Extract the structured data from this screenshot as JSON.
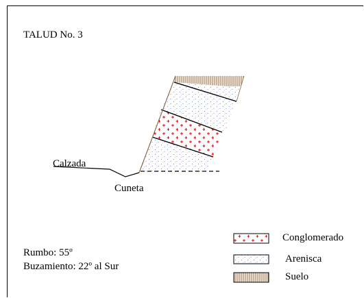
{
  "title": "TALUD No. 3",
  "labels": {
    "calzada": "Calzada",
    "cuneta": "Cuneta"
  },
  "info": {
    "rumbo": "Rumbo: 55º",
    "buzamiento": "Buzamiento: 22º al Sur"
  },
  "legend": [
    {
      "key": "conglomerado",
      "label": "Conglomerado",
      "pattern": "red-crosses"
    },
    {
      "key": "arenisca",
      "label": "Arenisca",
      "pattern": "blue-dots"
    },
    {
      "key": "suelo",
      "label": "Suelo",
      "pattern": "brown-hatch"
    }
  ],
  "colors": {
    "line": "#000000",
    "conglomerado": "#e00000",
    "arenisca": "#4a6fd0",
    "suelo": "#8b6a4a",
    "suelo_fill": "#d9c7b0"
  }
}
